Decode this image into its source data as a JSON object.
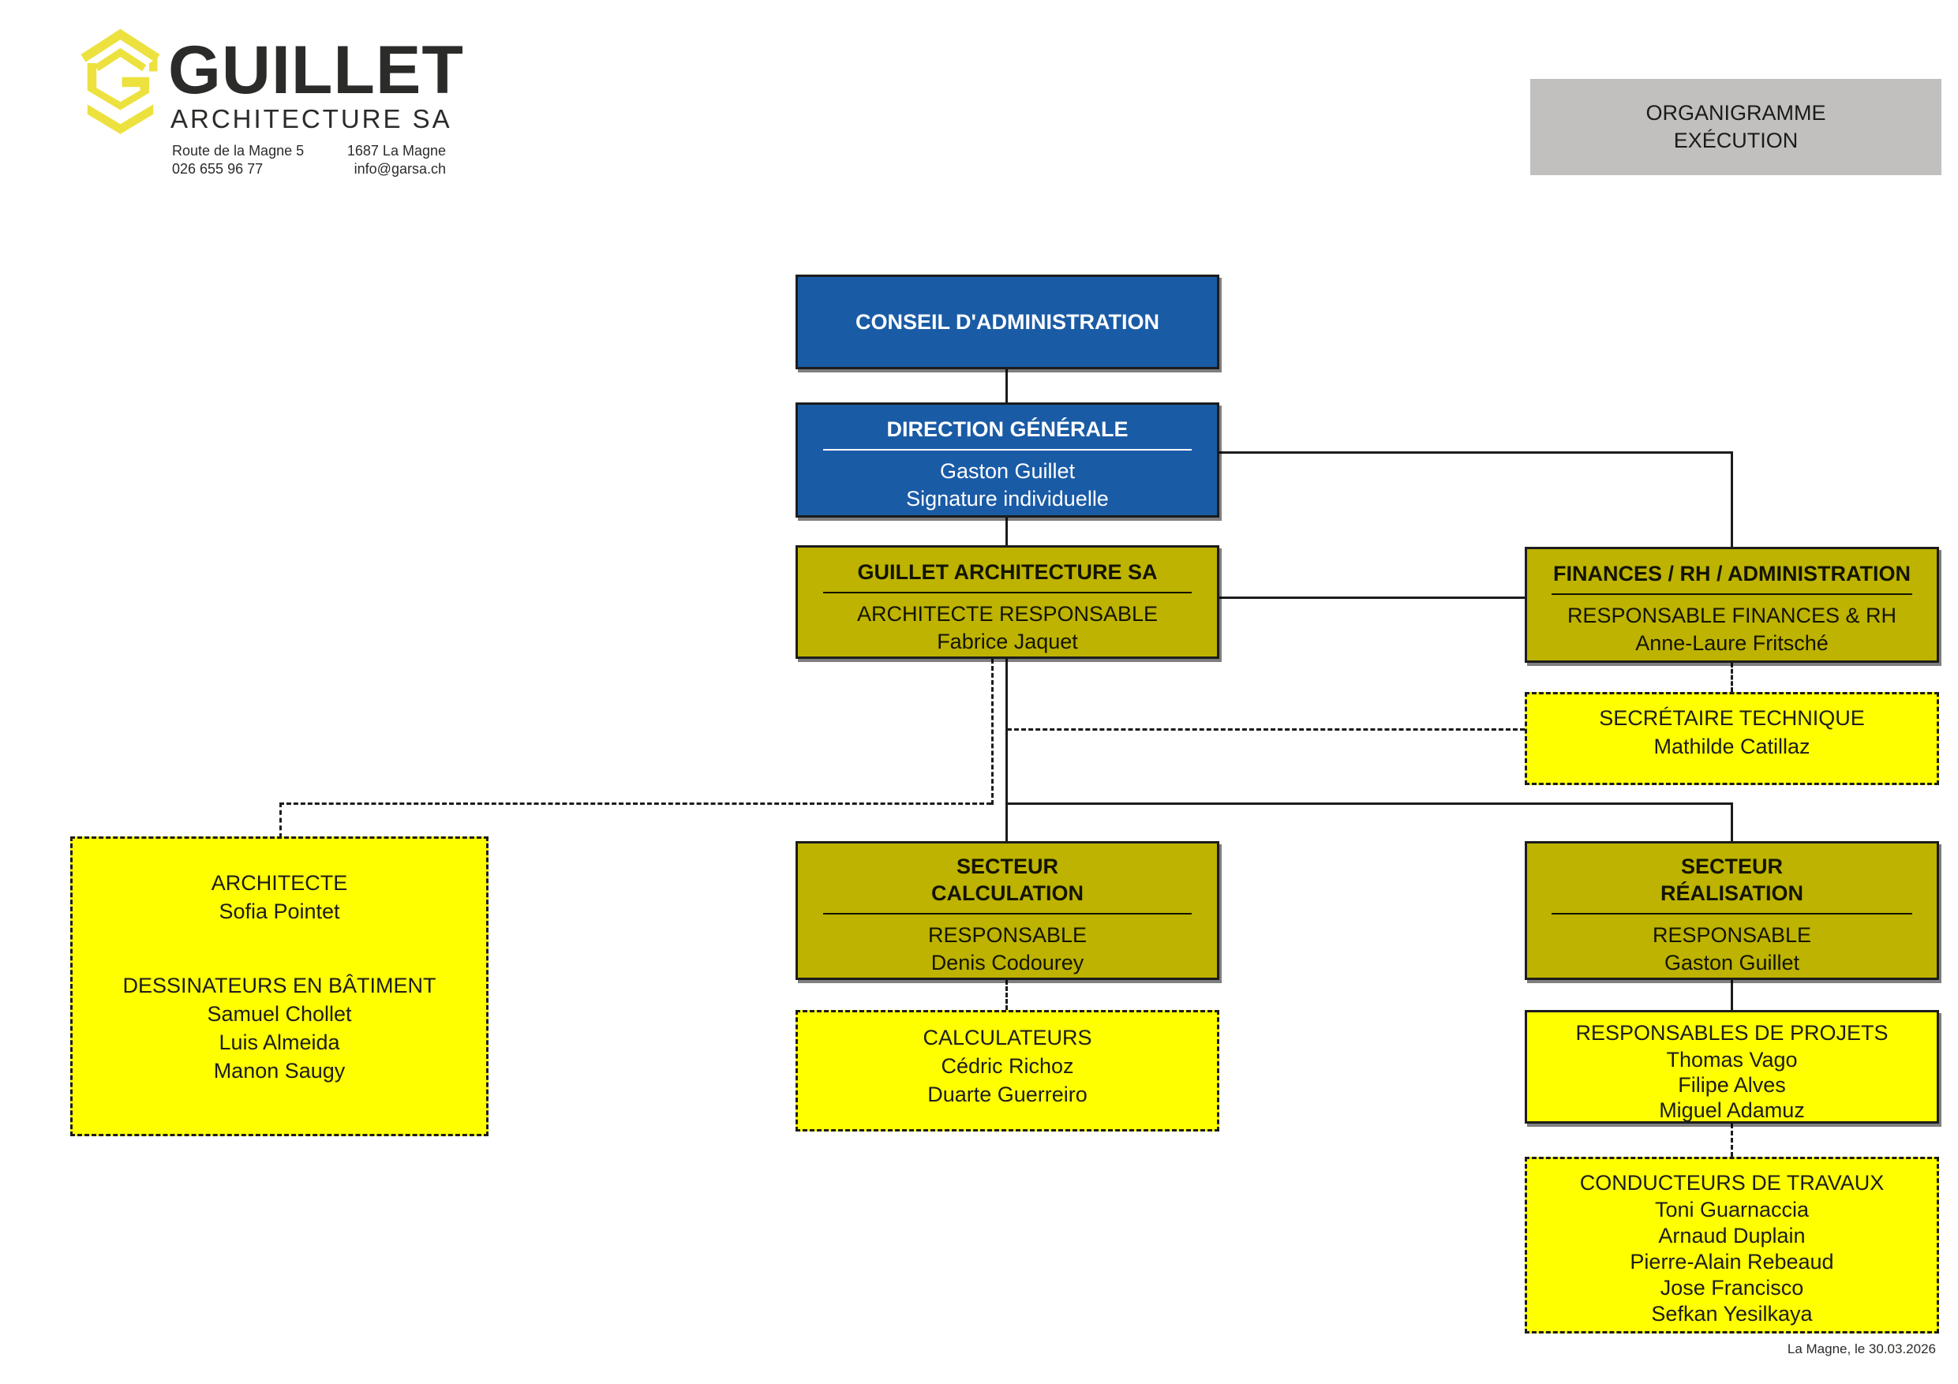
{
  "company": {
    "name": "GUILLET",
    "subtitle": "ARCHITECTURE SA",
    "street": "Route de la Magne 5",
    "phone": "026 655 96 77",
    "city": "1687 La Magne",
    "email": "info@garsa.ch"
  },
  "header": {
    "title_line1": "ORGANIGRAMME",
    "title_line2": "EXÉCUTION"
  },
  "footer": {
    "date_note": "La Magne, le 30.03.2026"
  },
  "colors": {
    "blue": "#1A5BA6",
    "olive": "#BDB300",
    "yellow": "#FFFF00",
    "gray": "#C1C0BF",
    "logo_yellow": "#EDE13F"
  },
  "boxes": {
    "conseil": {
      "title": "CONSEIL D'ADMINISTRATION"
    },
    "direction": {
      "title": "DIRECTION GÉNÉRALE",
      "line1": "Gaston Guillet",
      "line2": "Signature individuelle"
    },
    "guillet_sa": {
      "title": "GUILLET ARCHITECTURE SA",
      "line1": "ARCHITECTE RESPONSABLE",
      "line2": "Fabrice Jaquet"
    },
    "finances": {
      "title": "FINANCES / RH / ADMINISTRATION",
      "line1": "RESPONSABLE FINANCES & RH",
      "line2": "Anne-Laure Fritsché"
    },
    "secretaire": {
      "title": "SECRÉTAIRE TECHNIQUE",
      "name": "Mathilde Catillaz"
    },
    "architecte": {
      "title1": "ARCHITECTE",
      "name1": "Sofia Pointet",
      "title2": "DESSINATEURS EN BÂTIMENT",
      "names2": [
        "Samuel Chollet",
        "Luis Almeida",
        "Manon Saugy"
      ]
    },
    "calculation": {
      "title1": "SECTEUR",
      "title2": "CALCULATION",
      "line1": "RESPONSABLE",
      "line2": "Denis Codourey"
    },
    "realisation": {
      "title1": "SECTEUR",
      "title2": "RÉALISATION",
      "line1": "RESPONSABLE",
      "line2": "Gaston Guillet"
    },
    "calculateurs": {
      "title": "CALCULATEURS",
      "names": [
        "Cédric Richoz",
        "Duarte Guerreiro"
      ]
    },
    "projets": {
      "title": "RESPONSABLES DE PROJETS",
      "names": [
        "Thomas Vago",
        "Filipe Alves",
        "Miguel Adamuz"
      ]
    },
    "conducteurs": {
      "title": "CONDUCTEURS DE TRAVAUX",
      "names": [
        "Toni Guarnaccia",
        "Arnaud Duplain",
        "Pierre-Alain Rebeaud",
        "Jose Francisco",
        "Sefkan Yesilkaya"
      ]
    }
  }
}
